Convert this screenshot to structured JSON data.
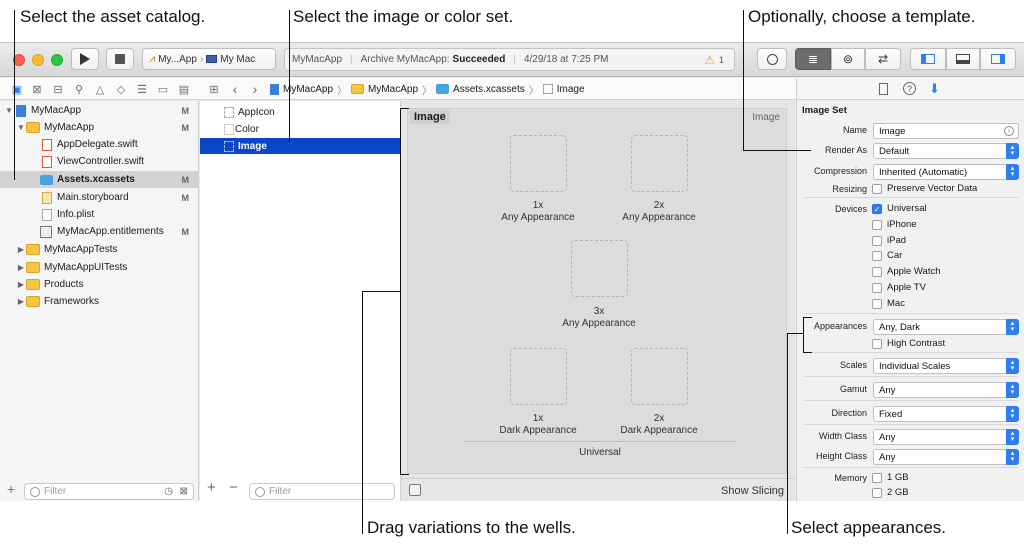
{
  "callouts": {
    "asset_catalog": "Select the asset catalog.",
    "image_set": "Select the image or color set.",
    "template": "Optionally, choose a template.",
    "drag": "Drag variations to the wells.",
    "appearances": "Select appearances."
  },
  "toolbar": {
    "scheme": "My...App",
    "destination": "My Mac",
    "activity_app": "MyMacApp",
    "activity_status_prefix": "Archive MyMacApp:",
    "activity_status": "Succeeded",
    "activity_time": "4/29/18 at 7:25 PM",
    "warning_count": "1"
  },
  "breadcrumb": [
    "MyMacApp",
    "MyMacApp",
    "Assets.xcassets",
    "Image"
  ],
  "navigator": {
    "items": [
      {
        "label": "MyMacApp",
        "badge": "M"
      },
      {
        "label": "MyMacApp",
        "badge": "M"
      },
      {
        "label": "AppDelegate.swift",
        "badge": ""
      },
      {
        "label": "ViewController.swift",
        "badge": ""
      },
      {
        "label": "Assets.xcassets",
        "badge": "M"
      },
      {
        "label": "Main.storyboard",
        "badge": "M"
      },
      {
        "label": "Info.plist",
        "badge": ""
      },
      {
        "label": "MyMacApp.entitlements",
        "badge": "M"
      },
      {
        "label": "MyMacAppTests",
        "badge": ""
      },
      {
        "label": "MyMacAppUITests",
        "badge": ""
      },
      {
        "label": "Products",
        "badge": ""
      },
      {
        "label": "Frameworks",
        "badge": ""
      }
    ],
    "filter_placeholder": "Filter"
  },
  "assets": {
    "items": [
      "AppIcon",
      "Color",
      "Image"
    ],
    "filter_placeholder": "Filter"
  },
  "editor": {
    "title": "Image",
    "type_label": "Image",
    "wells": [
      {
        "scale": "1x",
        "appearance": "Any Appearance"
      },
      {
        "scale": "2x",
        "appearance": "Any Appearance"
      },
      {
        "scale": "3x",
        "appearance": "Any Appearance"
      },
      {
        "scale": "1x",
        "appearance": "Dark Appearance"
      },
      {
        "scale": "2x",
        "appearance": "Dark Appearance"
      }
    ],
    "group_label": "Universal",
    "show_slicing": "Show Slicing"
  },
  "inspector": {
    "section": "Image Set",
    "name_label": "Name",
    "name_value": "Image",
    "render_as_label": "Render As",
    "render_as_value": "Default",
    "compression_label": "Compression",
    "compression_value": "Inherited (Automatic)",
    "resizing_label": "Resizing",
    "resizing_value": "Preserve Vector Data",
    "devices_label": "Devices",
    "devices": [
      {
        "label": "Universal",
        "checked": true
      },
      {
        "label": "iPhone",
        "checked": false
      },
      {
        "label": "iPad",
        "checked": false
      },
      {
        "label": "Car",
        "checked": false
      },
      {
        "label": "Apple Watch",
        "checked": false
      },
      {
        "label": "Apple TV",
        "checked": false
      },
      {
        "label": "Mac",
        "checked": false
      }
    ],
    "appearances_label": "Appearances",
    "appearances_value": "Any, Dark",
    "high_contrast": "High Contrast",
    "scales_label": "Scales",
    "scales_value": "Individual Scales",
    "gamut_label": "Gamut",
    "gamut_value": "Any",
    "direction_label": "Direction",
    "direction_value": "Fixed",
    "width_class_label": "Width Class",
    "width_class_value": "Any",
    "height_class_label": "Height Class",
    "height_class_value": "Any",
    "memory_label": "Memory",
    "memory": [
      "1 GB",
      "2 GB"
    ]
  },
  "colors": {
    "accent": "#2e7ef2",
    "selection": "#0b46c8",
    "warning": "#f5a623"
  }
}
